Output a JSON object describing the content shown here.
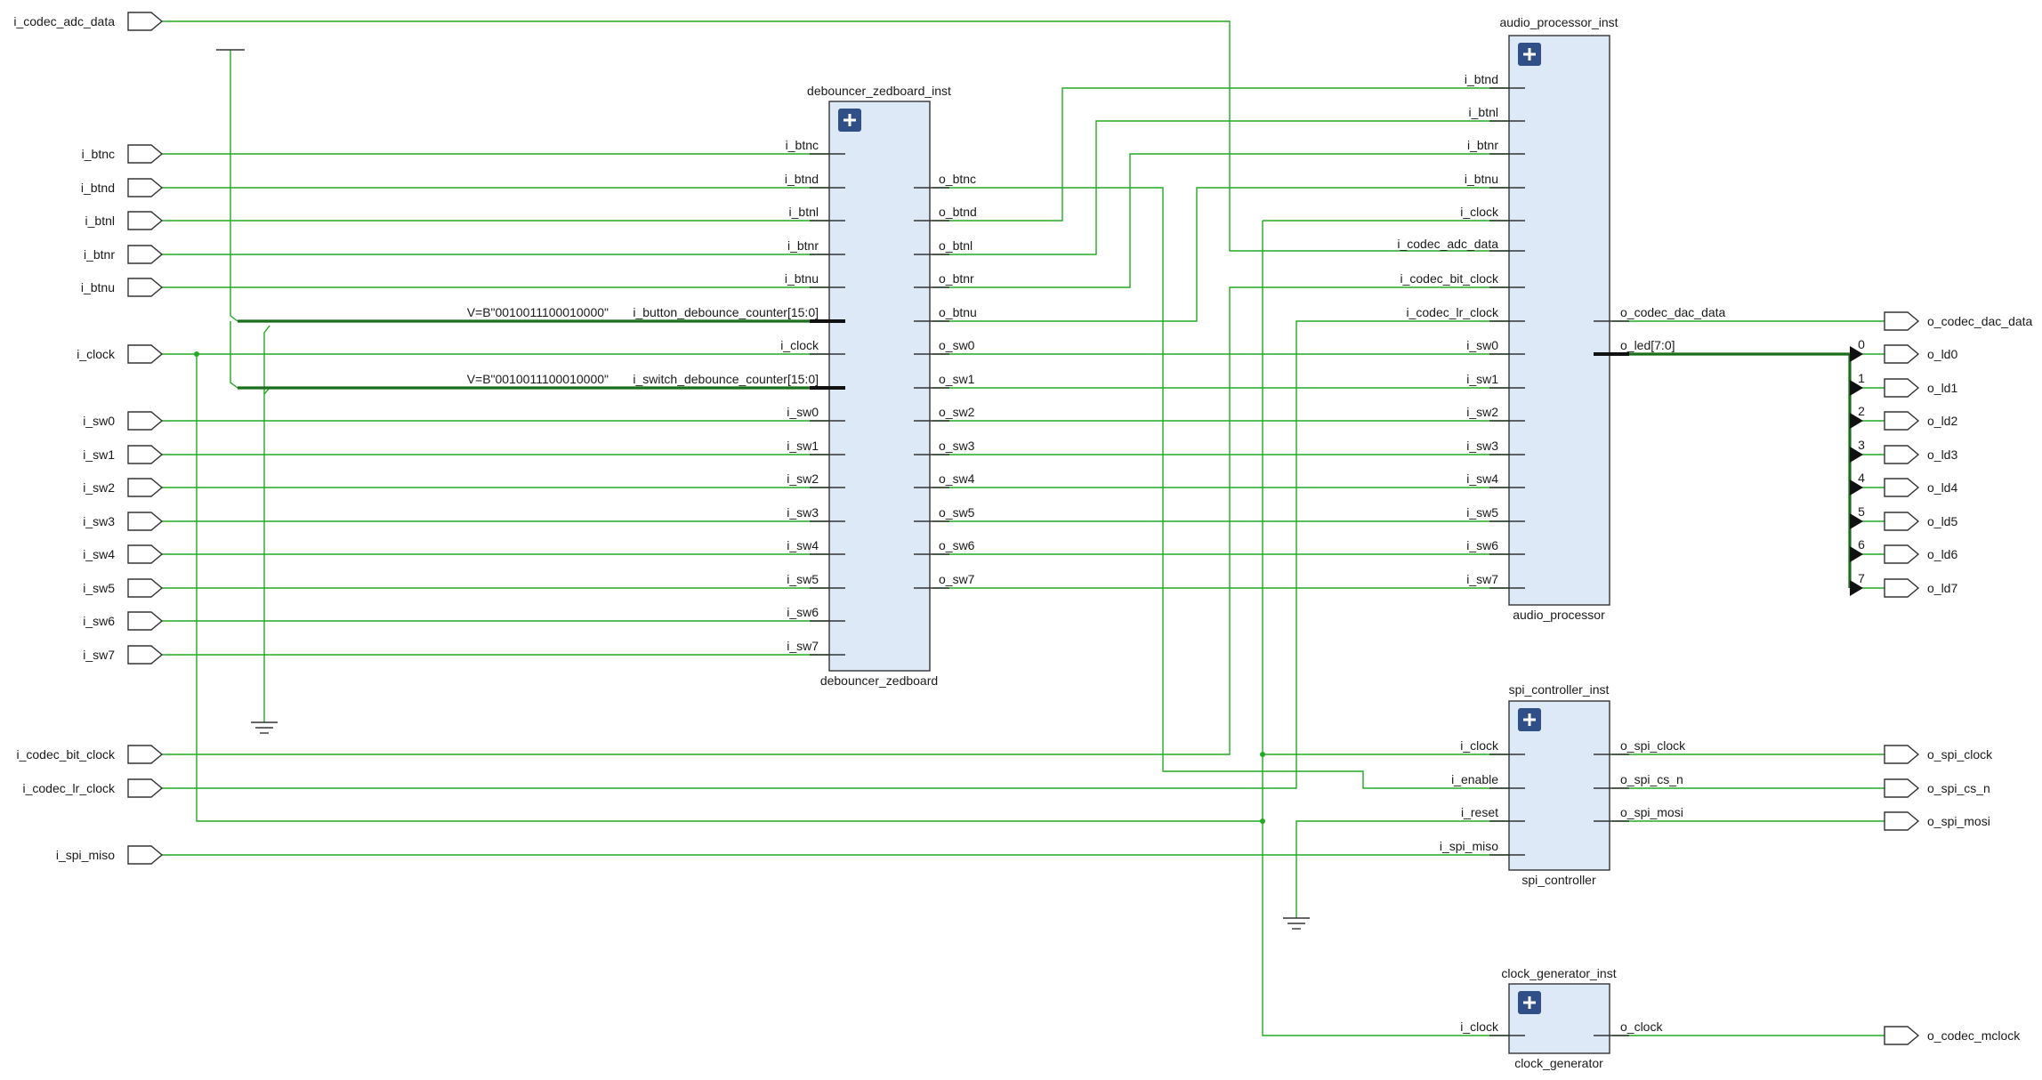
{
  "colors": {
    "wire": "#22aa22",
    "bus": "#1a6f1a",
    "block_fill": "#dde9f7",
    "block_stroke": "#333333",
    "expand_button": "#2f4f86",
    "background": "#ffffff"
  },
  "icons": {
    "input_port": "pentagon-port-icon",
    "output_port": "pentagon-port-icon",
    "expand": "plus-icon",
    "ground": "ground-icon",
    "vcc": "vcc-icon",
    "bus_tap": "triangle-tap-icon"
  },
  "input_ports": {
    "i_codec_adc_data": "i_codec_adc_data",
    "i_btnc": "i_btnc",
    "i_btnd": "i_btnd",
    "i_btnl": "i_btnl",
    "i_btnr": "i_btnr",
    "i_btnu": "i_btnu",
    "i_clock": "i_clock",
    "i_sw0": "i_sw0",
    "i_sw1": "i_sw1",
    "i_sw2": "i_sw2",
    "i_sw3": "i_sw3",
    "i_sw4": "i_sw4",
    "i_sw5": "i_sw5",
    "i_sw6": "i_sw6",
    "i_sw7": "i_sw7",
    "i_codec_bit_clock": "i_codec_bit_clock",
    "i_codec_lr_clock": "i_codec_lr_clock",
    "i_spi_miso": "i_spi_miso"
  },
  "output_ports": {
    "o_codec_dac_data": "o_codec_dac_data",
    "o_ld0": "o_ld0",
    "o_ld1": "o_ld1",
    "o_ld2": "o_ld2",
    "o_ld3": "o_ld3",
    "o_ld4": "o_ld4",
    "o_ld5": "o_ld5",
    "o_ld6": "o_ld6",
    "o_ld7": "o_ld7",
    "o_spi_clock": "o_spi_clock",
    "o_spi_cs_n": "o_spi_cs_n",
    "o_spi_mosi": "o_spi_mosi",
    "o_codec_mclock": "o_codec_mclock"
  },
  "constants": {
    "button_counter_value": "V=B\"0010011100010000\"",
    "switch_counter_value": "V=B\"0010011100010000\""
  },
  "debouncer": {
    "instance": "debouncer_zedboard_inst",
    "module": "debouncer_zedboard",
    "inputs": {
      "i_btnc": "i_btnc",
      "i_btnd": "i_btnd",
      "i_btnl": "i_btnl",
      "i_btnr": "i_btnr",
      "i_btnu": "i_btnu",
      "i_button_debounce_counter": "i_button_debounce_counter[15:0]",
      "i_clock": "i_clock",
      "i_switch_debounce_counter": "i_switch_debounce_counter[15:0]",
      "i_sw0": "i_sw0",
      "i_sw1": "i_sw1",
      "i_sw2": "i_sw2",
      "i_sw3": "i_sw3",
      "i_sw4": "i_sw4",
      "i_sw5": "i_sw5",
      "i_sw6": "i_sw6",
      "i_sw7": "i_sw7"
    },
    "outputs": {
      "o_btnc": "o_btnc",
      "o_btnd": "o_btnd",
      "o_btnl": "o_btnl",
      "o_btnr": "o_btnr",
      "o_btnu": "o_btnu",
      "o_sw0": "o_sw0",
      "o_sw1": "o_sw1",
      "o_sw2": "o_sw2",
      "o_sw3": "o_sw3",
      "o_sw4": "o_sw4",
      "o_sw5": "o_sw5",
      "o_sw6": "o_sw6",
      "o_sw7": "o_sw7"
    }
  },
  "audio_processor": {
    "instance": "audio_processor_inst",
    "module": "audio_processor",
    "inputs": {
      "i_btnd": "i_btnd",
      "i_btnl": "i_btnl",
      "i_btnr": "i_btnr",
      "i_btnu": "i_btnu",
      "i_clock": "i_clock",
      "i_codec_adc_data": "i_codec_adc_data",
      "i_codec_bit_clock": "i_codec_bit_clock",
      "i_codec_lr_clock": "i_codec_lr_clock",
      "i_sw0": "i_sw0",
      "i_sw1": "i_sw1",
      "i_sw2": "i_sw2",
      "i_sw3": "i_sw3",
      "i_sw4": "i_sw4",
      "i_sw5": "i_sw5",
      "i_sw6": "i_sw6",
      "i_sw7": "i_sw7"
    },
    "outputs": {
      "o_codec_dac_data": "o_codec_dac_data",
      "o_led": "o_led[7:0]"
    }
  },
  "led_bus_bits": {
    "b0": "0",
    "b1": "1",
    "b2": "2",
    "b3": "3",
    "b4": "4",
    "b5": "5",
    "b6": "6",
    "b7": "7"
  },
  "spi_controller": {
    "instance": "spi_controller_inst",
    "module": "spi_controller",
    "inputs": {
      "i_clock": "i_clock",
      "i_enable": "i_enable",
      "i_reset": "i_reset",
      "i_spi_miso": "i_spi_miso"
    },
    "outputs": {
      "o_spi_clock": "o_spi_clock",
      "o_spi_cs_n": "o_spi_cs_n",
      "o_spi_mosi": "o_spi_mosi"
    }
  },
  "clock_generator": {
    "instance": "clock_generator_inst",
    "module": "clock_generator",
    "inputs": {
      "i_clock": "i_clock"
    },
    "outputs": {
      "o_clock": "o_clock"
    }
  }
}
